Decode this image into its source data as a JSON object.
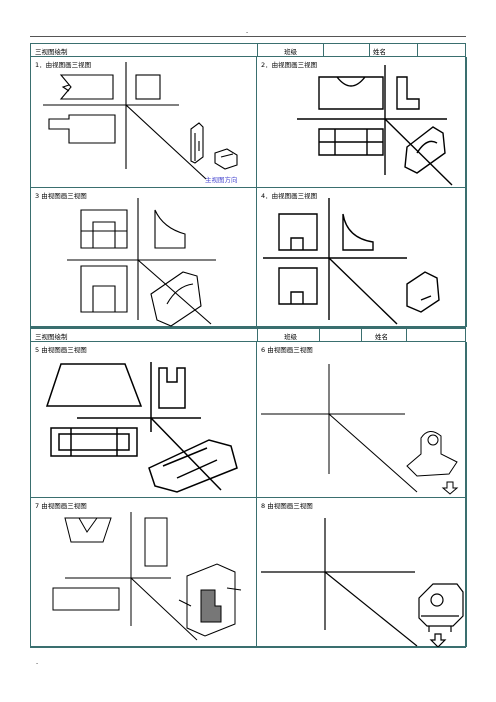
{
  "page": {
    "top_mark": "-",
    "bottom_mark": "-"
  },
  "sheet1": {
    "header": {
      "title": "三视图绘制",
      "class_label": "班级",
      "name_label": "姓名"
    },
    "cells": [
      {
        "label": "1．由视图画三视图"
      },
      {
        "label": "2．由视图画三视图"
      },
      {
        "label": "3  由视图画三视图"
      },
      {
        "label": "4．由视图画三视图"
      }
    ],
    "direction_caption": "主视图方向"
  },
  "sheet2": {
    "header": {
      "title": "三视图绘制",
      "class_label": "班级",
      "name_label": "姓名"
    },
    "cells": [
      {
        "label": "5  由视图画三视图"
      },
      {
        "label": "6  由视图画三视图"
      },
      {
        "label": "7  由视图画三视图"
      },
      {
        "label": "8  由视图画三视图"
      }
    ]
  }
}
